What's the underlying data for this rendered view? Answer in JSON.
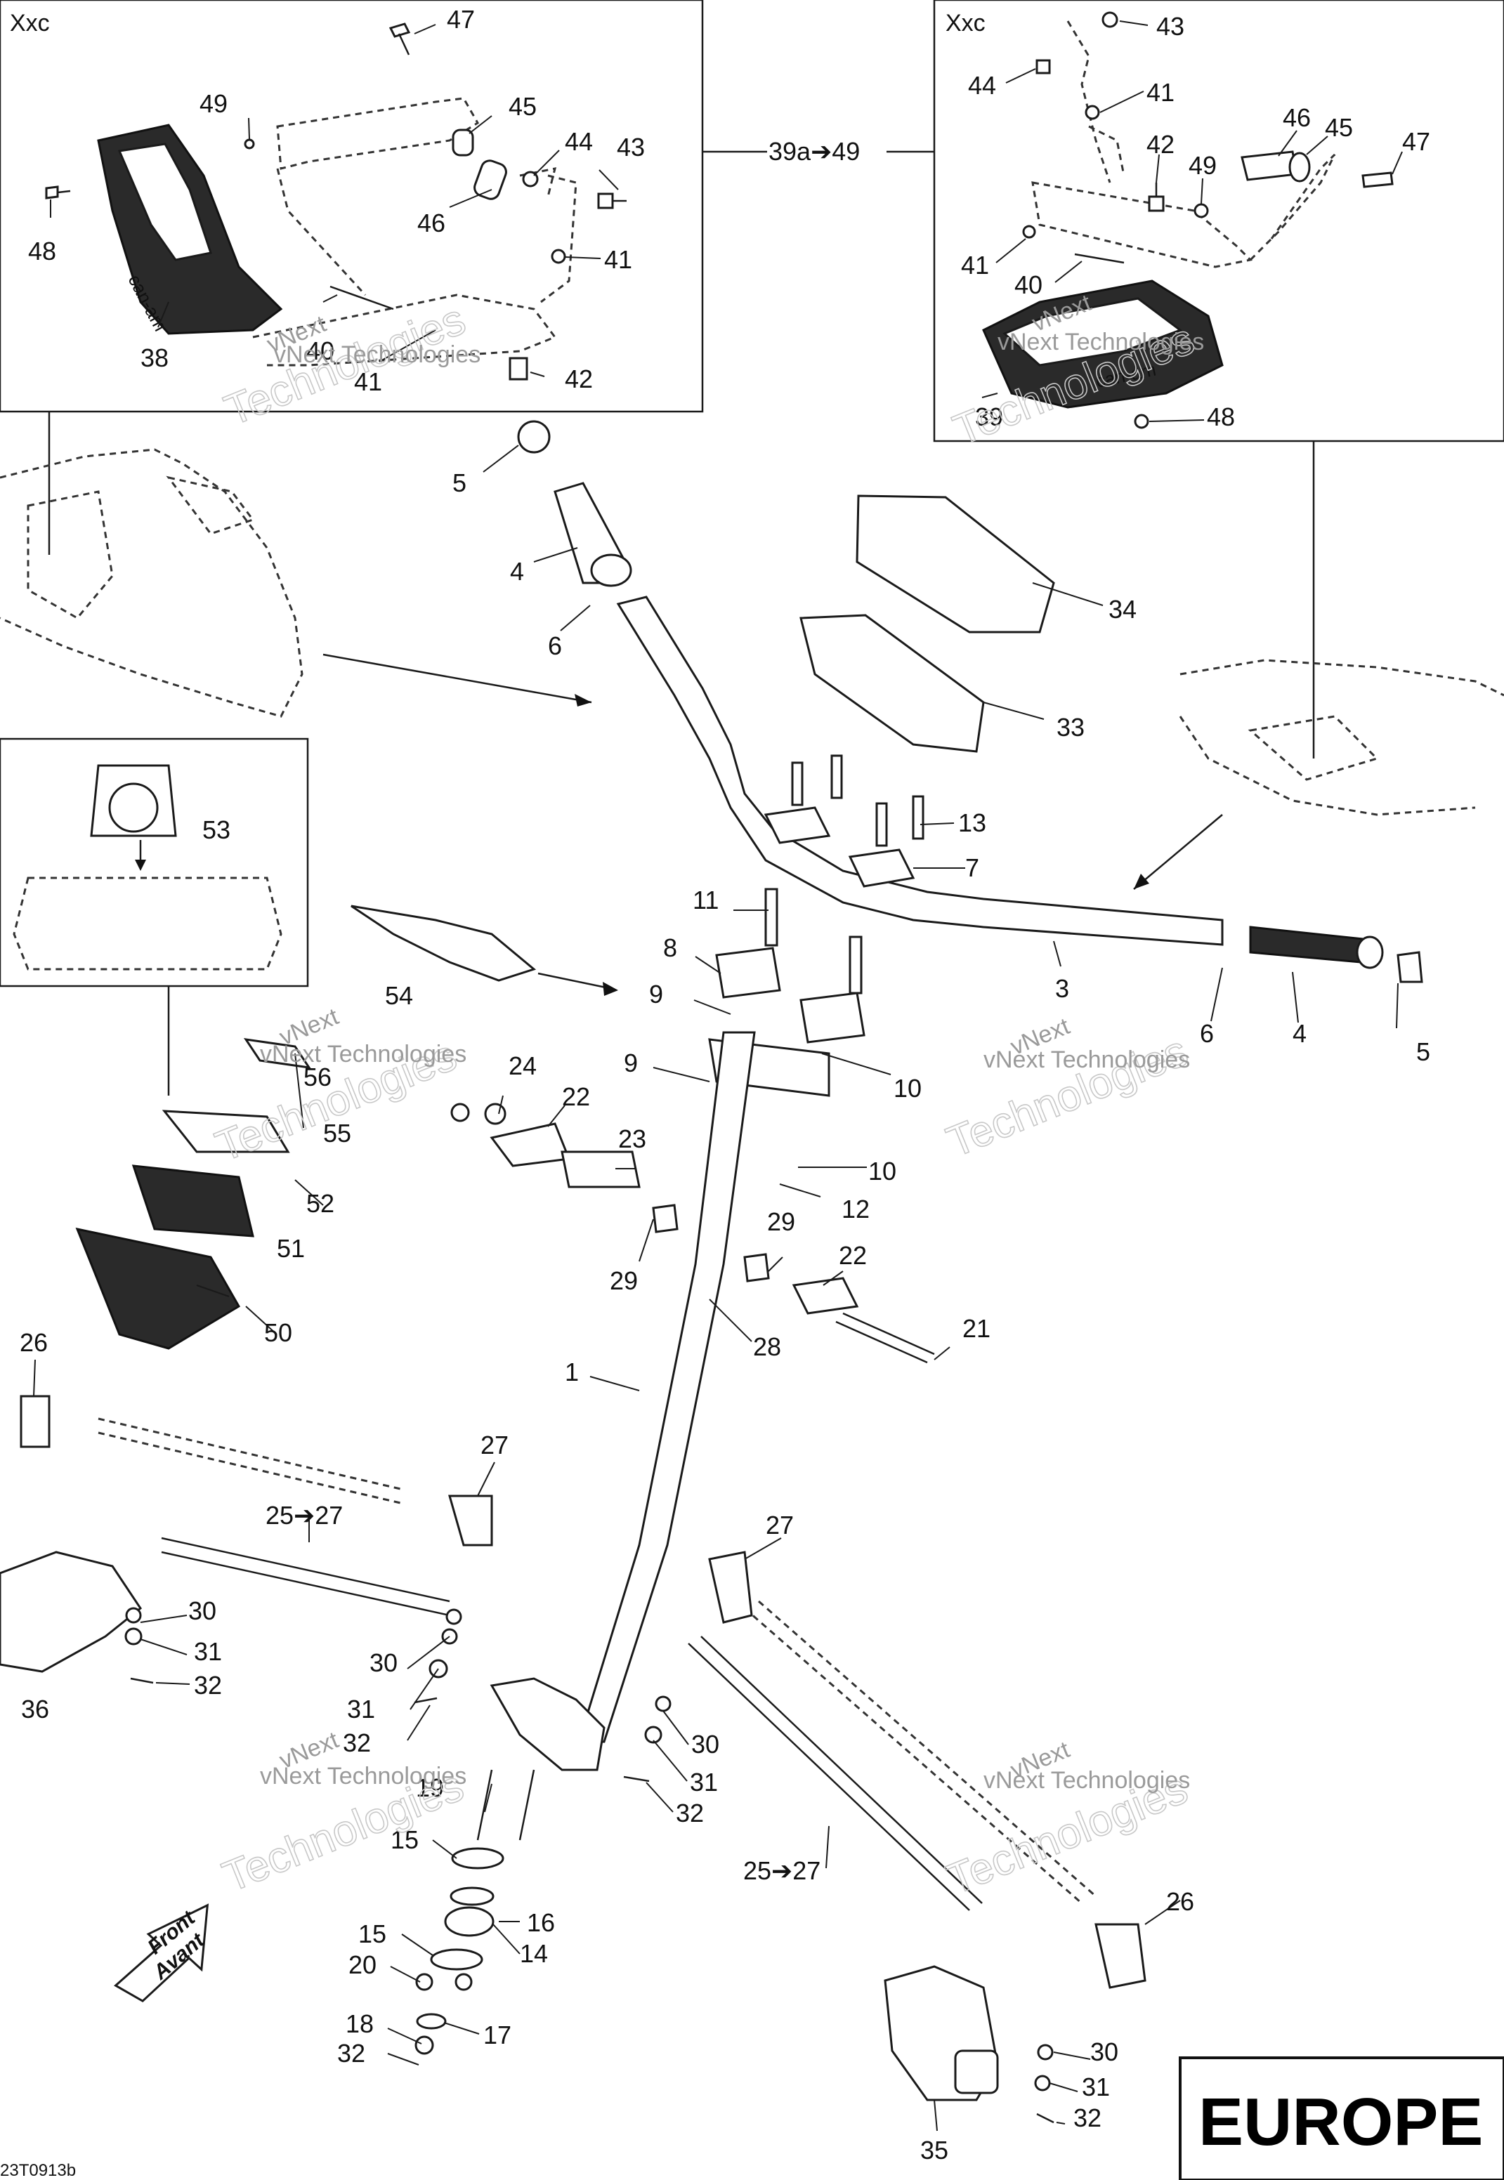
{
  "panels": {
    "left_variant": "Xxc",
    "right_variant": "Xxc",
    "range_label": "39a➔49"
  },
  "region_label": "EUROPE",
  "drawing_number": "23T0913b",
  "front_arrow": {
    "line1": "Front",
    "line2": "Avant"
  },
  "watermark": {
    "line1": "vNext",
    "line2": "Technologies",
    "full": "vNext Technologies"
  },
  "callouts_left_panel": [
    "47",
    "49",
    "45",
    "44",
    "43",
    "48",
    "46",
    "41",
    "38",
    "40",
    "41",
    "42"
  ],
  "callouts_right_panel": [
    "43",
    "44",
    "41",
    "42",
    "46",
    "45",
    "47",
    "49",
    "41",
    "40",
    "39",
    "48"
  ],
  "callouts_main": [
    "5",
    "4",
    "6",
    "34",
    "33",
    "13",
    "7",
    "11",
    "8",
    "9",
    "3",
    "4",
    "5",
    "6",
    "9",
    "10",
    "10",
    "12",
    "54",
    "53",
    "56",
    "55",
    "24",
    "22",
    "23",
    "52",
    "51",
    "50",
    "29",
    "29",
    "22",
    "28",
    "21",
    "1",
    "26",
    "27",
    "25➔27",
    "30",
    "31",
    "32",
    "36",
    "30",
    "31",
    "32",
    "27",
    "30",
    "31",
    "32",
    "19",
    "15",
    "16",
    "14",
    "15",
    "20",
    "18",
    "17",
    "32",
    "25➔27",
    "26",
    "30",
    "31",
    "32",
    "35"
  ]
}
